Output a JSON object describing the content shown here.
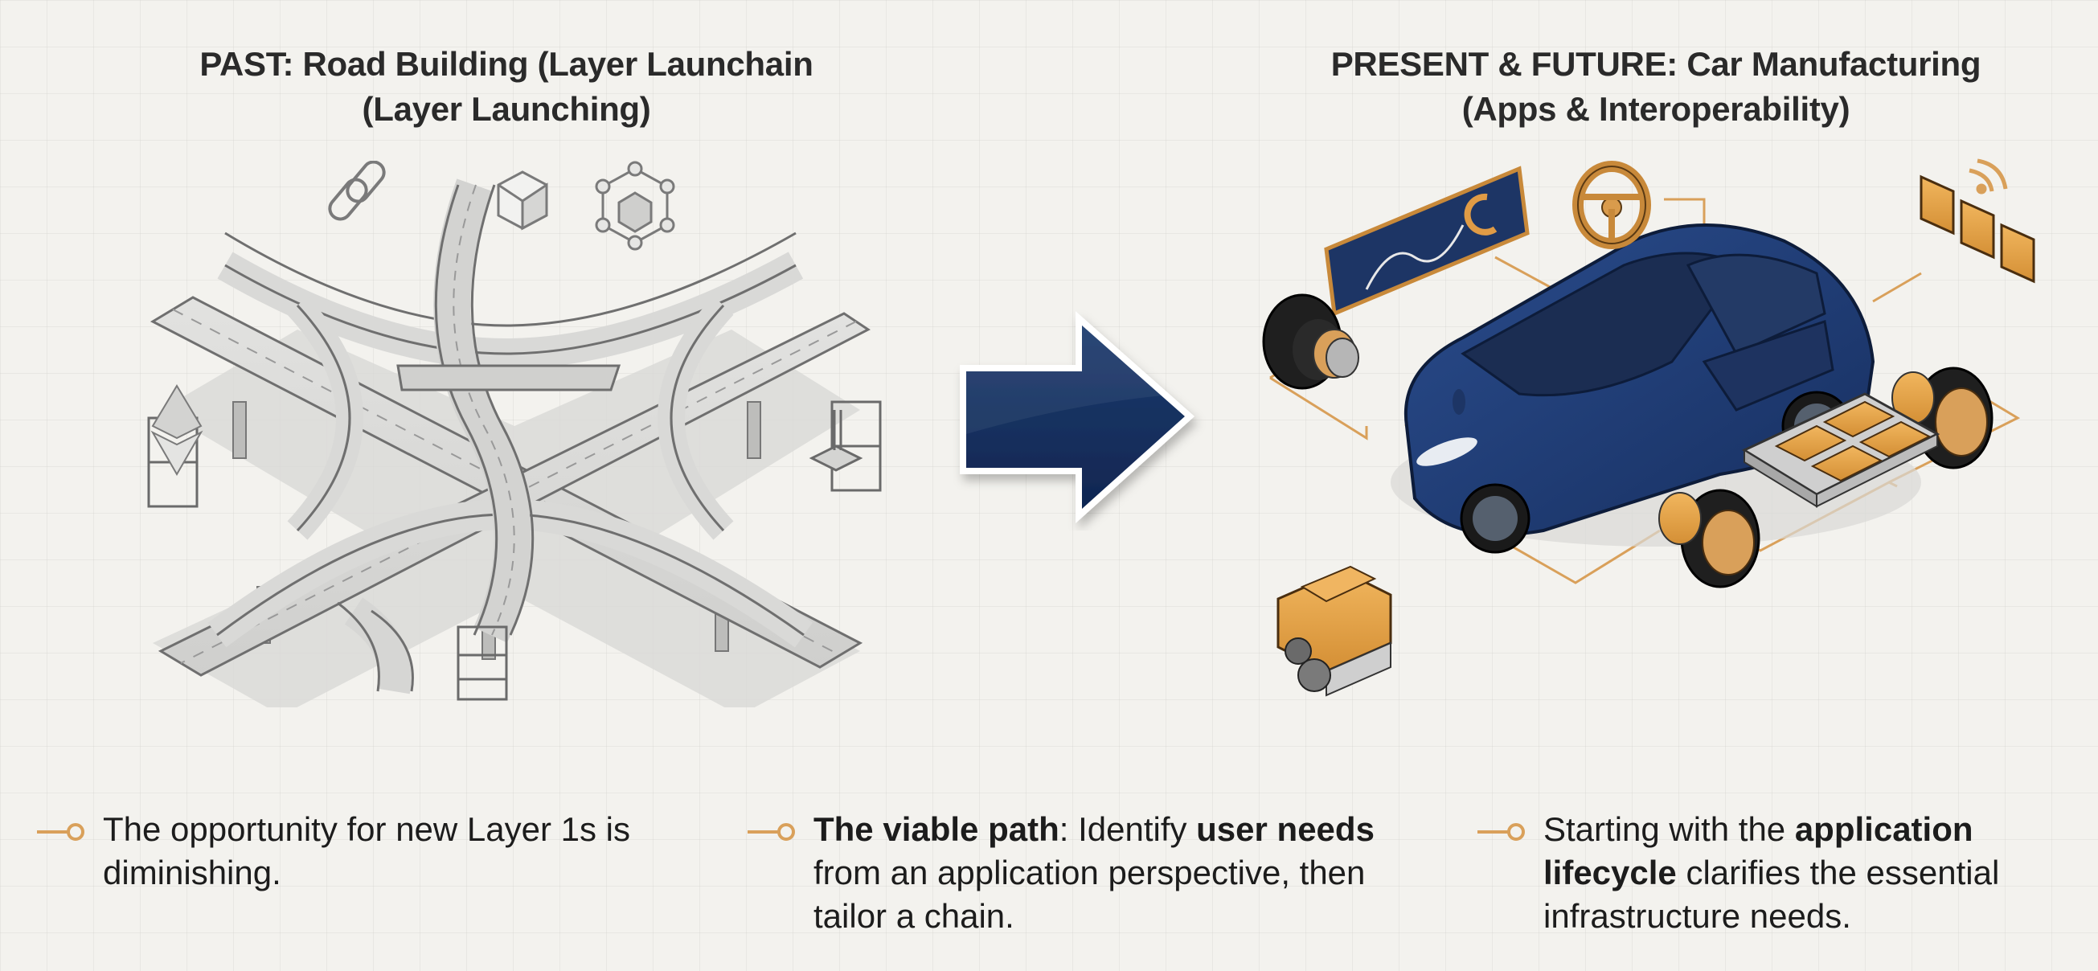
{
  "colors": {
    "background": "#f3f2ee",
    "accent_orange": "#d9a05a",
    "navy": "#1d3565",
    "text": "#1c1c1c",
    "road_gray": "#d6d6d4"
  },
  "left_panel": {
    "title_line1": "PAST: Road Building (Layer Launchain",
    "title_line2": "(Layer Launching)",
    "illustration": "isometric-highway-interchange-under-construction",
    "icons": [
      "chain-link-icon",
      "cube-icon",
      "network-cube-icon",
      "ethereum-icon",
      "rebar-foundation-icon"
    ]
  },
  "transition_arrow": {
    "icon": "right-arrow-icon"
  },
  "right_panel": {
    "title_line1": "PRESENT & FUTURE: Car Manufacturing",
    "title_line2": "(Apps & Interoperability)",
    "illustration": "isometric-car-with-components",
    "components": [
      "dashboard-screen-icon",
      "steering-wheel-icon",
      "wireless-modules-icon",
      "wheel-hub-icon",
      "engine-icon",
      "battery-pack-icon"
    ]
  },
  "bullets": [
    {
      "segments": [
        {
          "text": "The opportunity for new Layer 1s is diminishing.",
          "bold": false
        }
      ]
    },
    {
      "segments": [
        {
          "text": "The viable path",
          "bold": true
        },
        {
          "text": ": Identify ",
          "bold": false
        },
        {
          "text": "user needs",
          "bold": true
        },
        {
          "text": " from an application perspective, then tailor a chain.",
          "bold": false
        }
      ]
    },
    {
      "segments": [
        {
          "text": "Starting with the ",
          "bold": false
        },
        {
          "text": "application lifecycle",
          "bold": true
        },
        {
          "text": " clarifies the essential infrastructure needs.",
          "bold": false
        }
      ]
    }
  ]
}
